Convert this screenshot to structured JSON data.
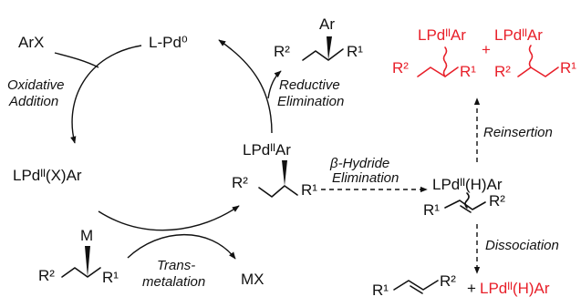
{
  "species": {
    "arx": "ArX",
    "pd0": "L-Pd⁰",
    "oxadd_complex": "LPdᴵᴵ(X)Ar",
    "alkylpd": "LPdᴵᴵAr",
    "alkylpd_r2": "R²",
    "alkylpd_r1": "R¹",
    "product_ar": "Ar",
    "product_r2": "R²",
    "product_r1": "R¹",
    "organometal_m": "M",
    "organometal_r2": "R²",
    "organometal_r1": "R¹",
    "mx": "MX",
    "hydride_complex": "LPdᴵᴵ(H)Ar",
    "hydride_r1": "R¹",
    "hydride_r2": "R²",
    "reins1_pd": "LPdᴵᴵAr",
    "reins1_r2": "R²",
    "reins1_r1": "R¹",
    "plus_red": "+",
    "reins2_pd": "LPdᴵᴵAr",
    "reins2_r2": "R²",
    "reins2_r1": "R¹",
    "alkene_r1": "R¹",
    "alkene_r2": "R²",
    "plus_black": "+",
    "free_hydride": "LPdᴵᴵ(H)Ar"
  },
  "steps": {
    "oxidative_1": "Oxidative",
    "oxidative_2": "Addition",
    "reductive_1": "Reductive",
    "reductive_2": "Elimination",
    "trans_1": "Trans-",
    "trans_2": "metalation",
    "beta_1": "β-Hydride",
    "beta_2": "Elimination",
    "reinsertion": "Reinsertion",
    "dissociation": "Dissociation"
  },
  "colors": {
    "text": "#111111",
    "highlight": "#e8202a"
  }
}
